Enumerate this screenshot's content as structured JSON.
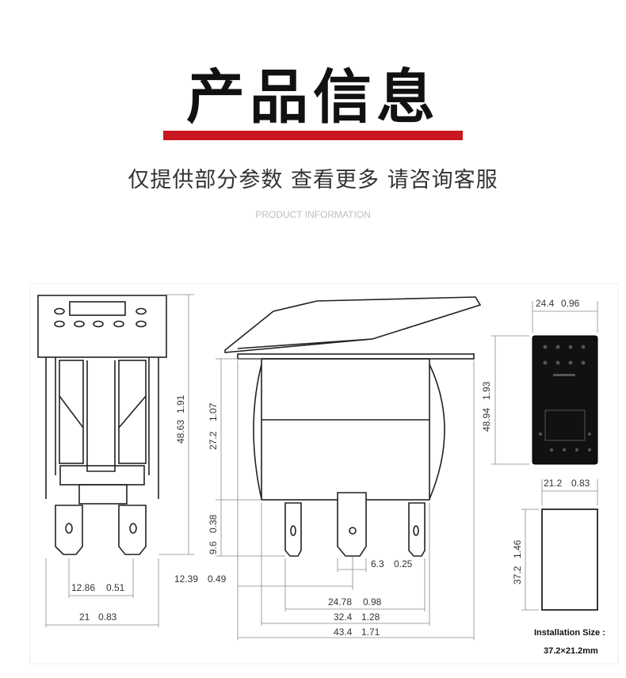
{
  "header": {
    "title": "产品信息",
    "subtitle": "仅提供部分参数 查看更多 请咨询客服",
    "english": "PRODUCT INFORMATION"
  },
  "colors": {
    "accent_bar": "#c8171e"
  },
  "dims": {
    "front_height": "48.63",
    "front_height_in": "1.91",
    "pin_spacing": "12.86",
    "pin_spacing_in": "0.51",
    "front_width": "21",
    "front_width_in": "0.83",
    "body_height": "27.2",
    "body_height_in": "1.07",
    "terminal_len": "9.6",
    "terminal_len_in": "0.38",
    "terminal_w": "6.3",
    "terminal_w_in": "0.25",
    "offset": "12.39",
    "offset_in": "0.49",
    "span1": "24.78",
    "span1_in": "0.98",
    "span2": "32.4",
    "span2_in": "1.28",
    "overall": "43.4",
    "overall_in": "1.71",
    "top_width": "24.4",
    "top_width_in": "0.96",
    "top_height": "48.94",
    "top_height_in": "1.93",
    "cut_width": "21.2",
    "cut_width_in": "0.83",
    "cut_height": "37.2",
    "cut_height_in": "1.46"
  },
  "installation": {
    "label": "Installation Size :",
    "value": "37.2×21.2mm"
  }
}
